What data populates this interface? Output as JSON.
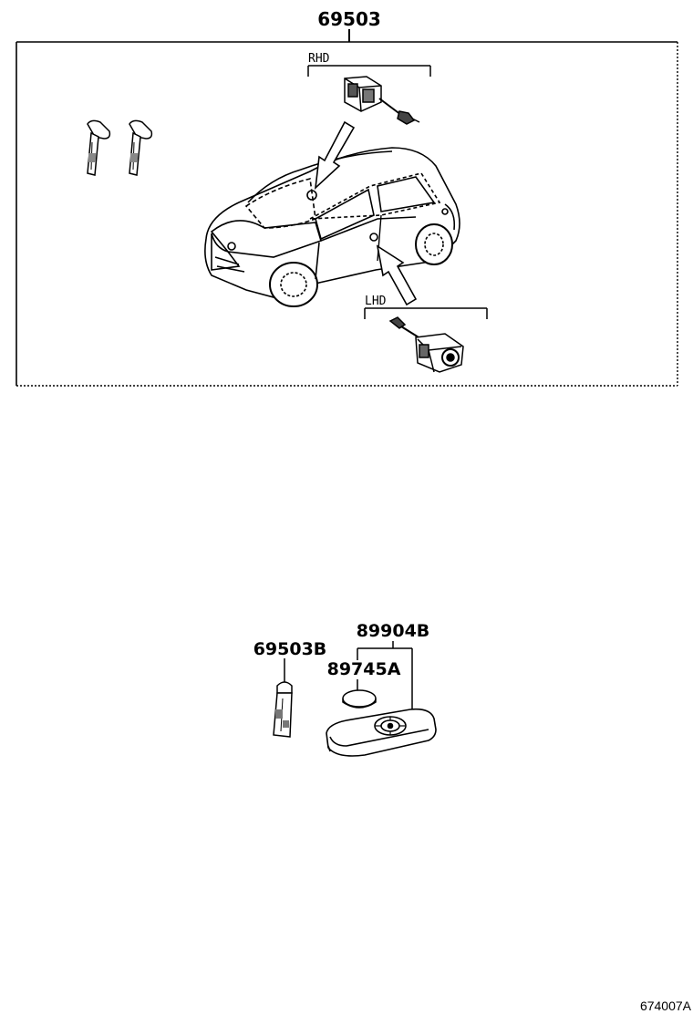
{
  "diagram": {
    "main_part": "69503",
    "rhd_label": "RHD",
    "lhd_label": "LHD",
    "key_blade_part": "69503B",
    "smart_key_part": "89904B",
    "battery_part": "89745A",
    "drawing_code": "674007A"
  }
}
